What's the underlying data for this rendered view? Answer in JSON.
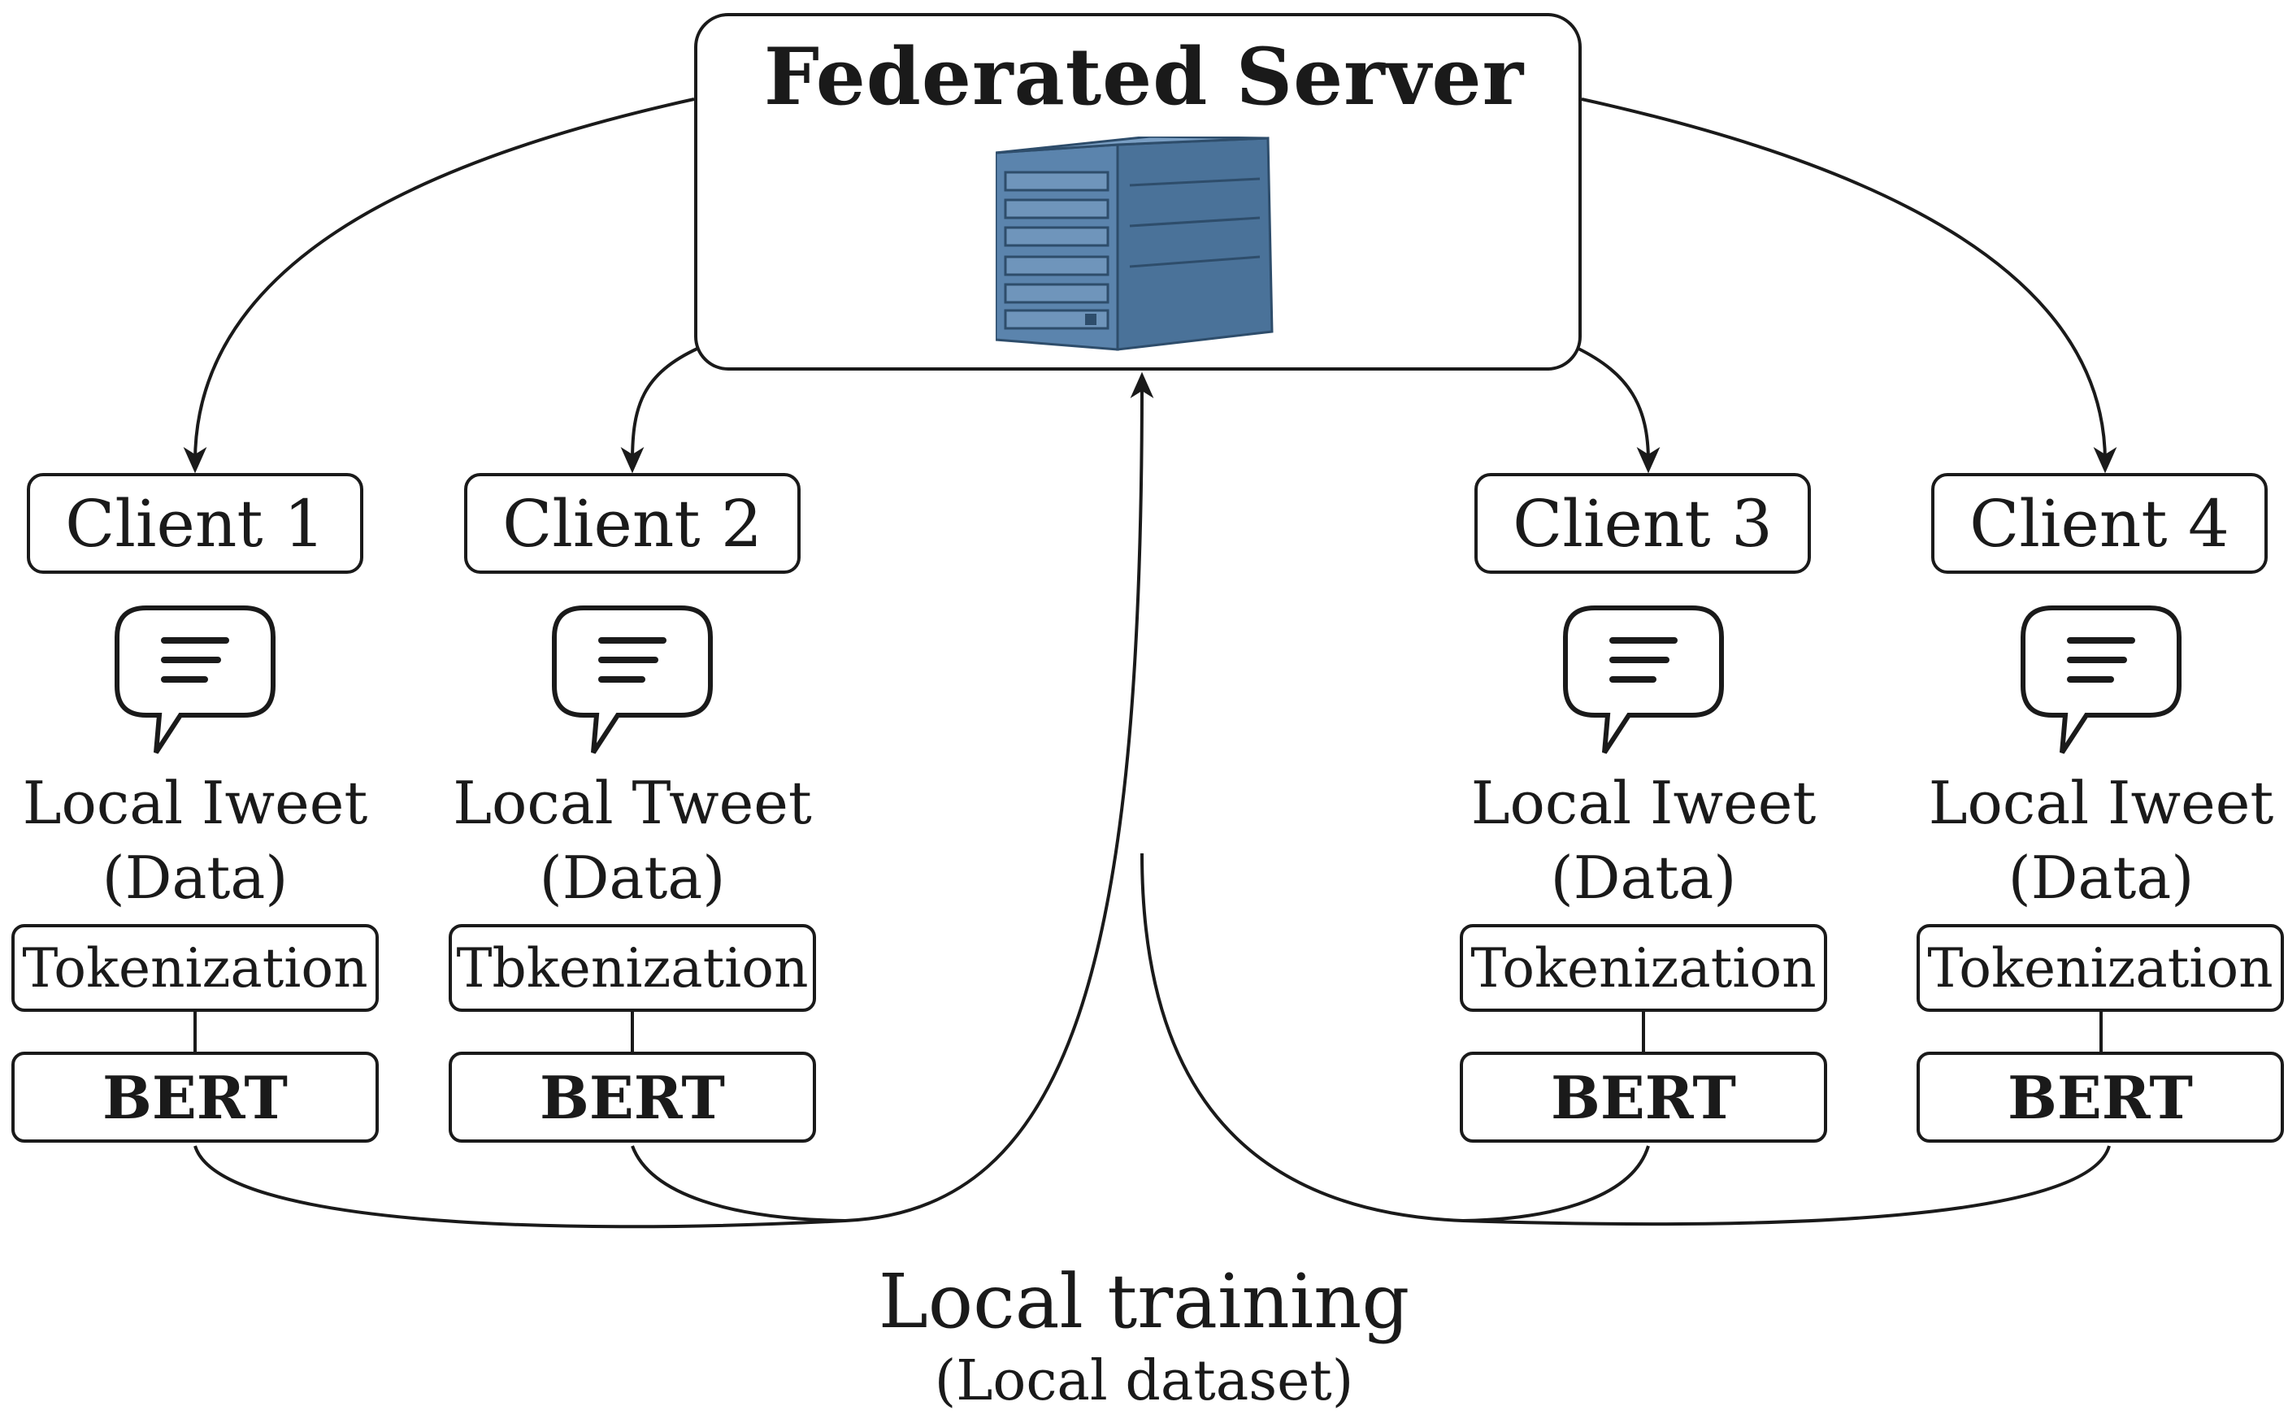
{
  "server": {
    "title": "Federated Server",
    "icon": "server-tower-icon"
  },
  "clients": [
    {
      "name": "Client 1",
      "data_line1": "Local Iweet",
      "data_line2": "(Data)",
      "tokenization": "Tokenization",
      "model": "BERT"
    },
    {
      "name": "Client 2",
      "data_line1": "Local Tweet",
      "data_line2": "(Data)",
      "tokenization": "Tbkenization",
      "model": "BERT"
    },
    {
      "name": "Client 3",
      "data_line1": "Local Iweet",
      "data_line2": "(Data)",
      "tokenization": "Tokenization",
      "model": "BERT"
    },
    {
      "name": "Client 4",
      "data_line1": "Local Iweet",
      "data_line2": "(Data)",
      "tokenization": "Tokenization",
      "model": "BERT"
    }
  ],
  "bottom": {
    "title": "Local training",
    "subtitle": "(Local dataset)"
  },
  "colors": {
    "server_blue": "#5b84ad",
    "server_dark": "#3d6387",
    "line": "#1a1a1a"
  }
}
